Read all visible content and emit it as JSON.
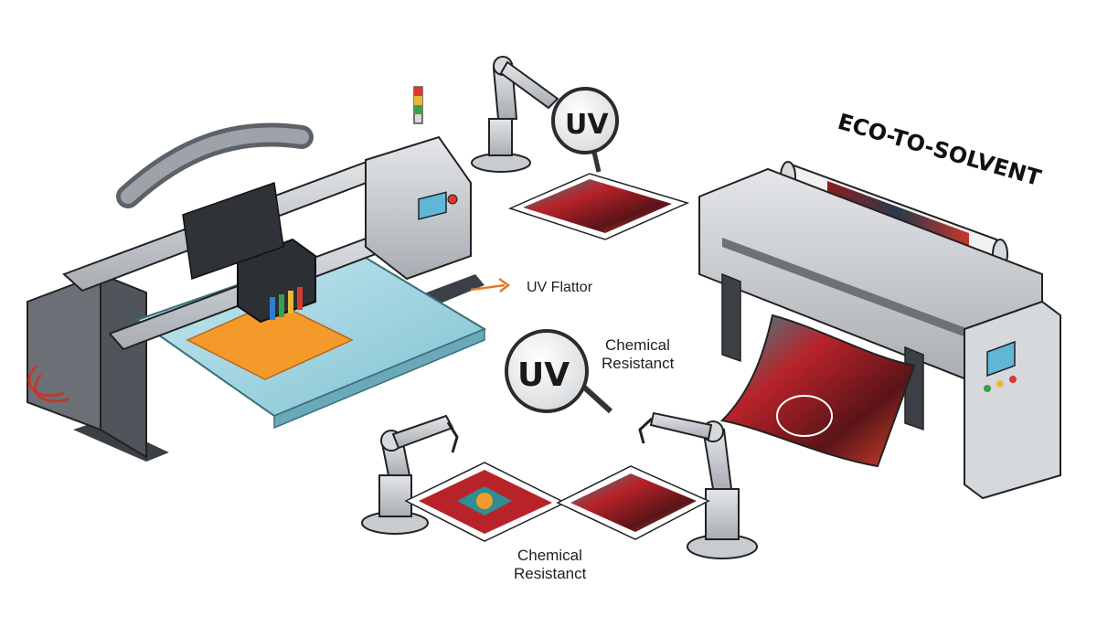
{
  "labels": {
    "uv_flatbed": "UV Flattor",
    "eco_solvent": "ECO-TO-SOLVENT",
    "chemical_top_line1": "Chemical",
    "chemical_top_line2": "Resistanct",
    "chemical_bottom_line1": "Chemical",
    "chemical_bottom_line2": "Resistanct",
    "lens_top": "UV",
    "lens_middle": "UV"
  },
  "colors": {
    "machine_gray": "#c9ccd0",
    "machine_dark": "#4a4e55",
    "glass_bed": "#9fd3df",
    "orange_sheet": "#f39a2b",
    "arrow_orange": "#e07b2a",
    "print_red": "#b8232a",
    "print_teal": "#2d8f94",
    "screen_blue": "#5fb6d6"
  },
  "icons": {
    "lens": "magnifier-icon",
    "arrow": "arrow-right-icon",
    "robot": "robot-arm-icon"
  }
}
